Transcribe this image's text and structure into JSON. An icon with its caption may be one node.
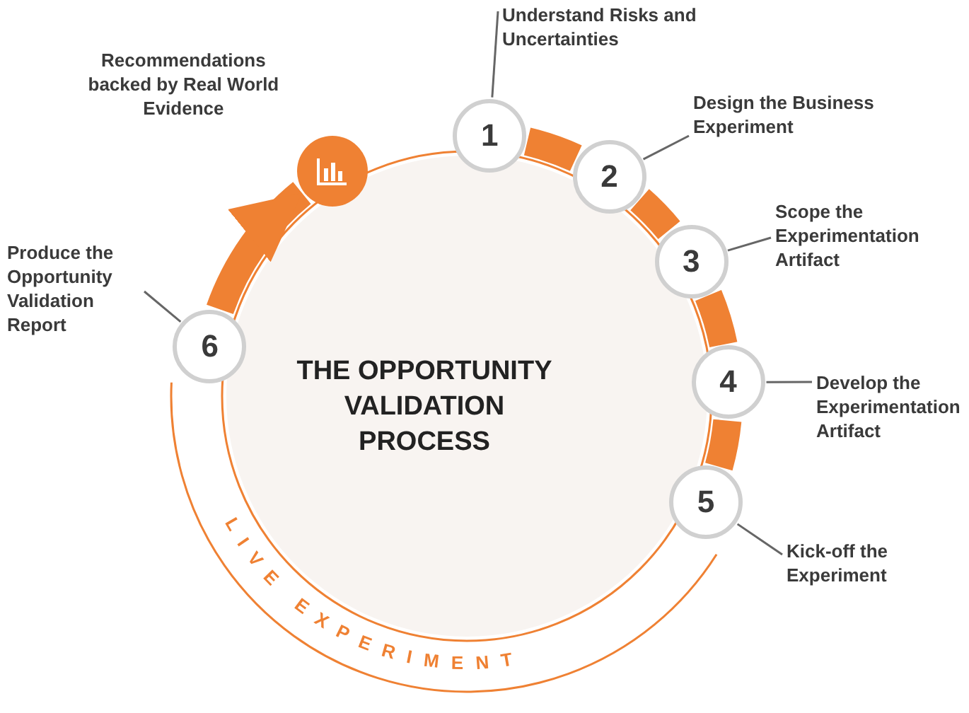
{
  "diagram": {
    "nodes": [
      {
        "text": [
          "1"
        ]
      },
      {
        "text": [
          "2"
        ]
      },
      {
        "text": [
          "3"
        ]
      },
      {
        "text": [
          "4"
        ]
      },
      {
        "text": [
          "5"
        ]
      },
      {
        "text": [
          "6"
        ]
      },
      {
        "text": [
          "Understand Risks and Uncertainties"
        ]
      },
      {
        "text": [
          "Design the Business Experiment"
        ]
      },
      {
        "text": [
          "Scope the Experimentation Artifact"
        ]
      },
      {
        "text": [
          "Develop the Experimentation Artifact"
        ]
      },
      {
        "text": [
          "Kick-off the Experiment"
        ]
      },
      {
        "text": [
          "Produce the Opportunity Validation Report"
        ]
      },
      {
        "text": [],
        "shape": "circle",
        "beside": [
          "Recommendations backed by Real World Evidence"
        ]
      }
    ],
    "labels": [
      "THE OPPORTUNITY VALIDATION PROCESS"
    ],
    "edges": [
      {
        "from": 0,
        "to": 1,
        "arrow": "none",
        "style": "thick",
        "color": "#ef8133"
      },
      {
        "from": 1,
        "to": 2,
        "arrow": "none",
        "style": "thick",
        "color": "#ef8133"
      },
      {
        "from": 2,
        "to": 3,
        "arrow": "none",
        "style": "thick",
        "color": "#ef8133"
      },
      {
        "from": 3,
        "to": 4,
        "arrow": "none",
        "style": "thick",
        "color": "#ef8133"
      },
      {
        "from": 4,
        "to": 5,
        "arrow": "none",
        "label": "LIVE EXPERIMENT",
        "color": "#ef8133"
      },
      {
        "from": 5,
        "to": 12,
        "arrow": "to",
        "style": "thick",
        "color": "#ef8133"
      },
      {
        "from": 6,
        "to": 0,
        "arrow": "none",
        "color": "#666666"
      },
      {
        "from": 7,
        "to": 1,
        "arrow": "none",
        "color": "#666666"
      },
      {
        "from": 8,
        "to": 2,
        "arrow": "none",
        "color": "#666666"
      },
      {
        "from": 9,
        "to": 3,
        "arrow": "none",
        "color": "#666666"
      },
      {
        "from": 10,
        "to": 4,
        "arrow": "none",
        "color": "#666666"
      },
      {
        "from": 11,
        "to": 5,
        "arrow": "none",
        "color": "#666666"
      }
    ]
  }
}
